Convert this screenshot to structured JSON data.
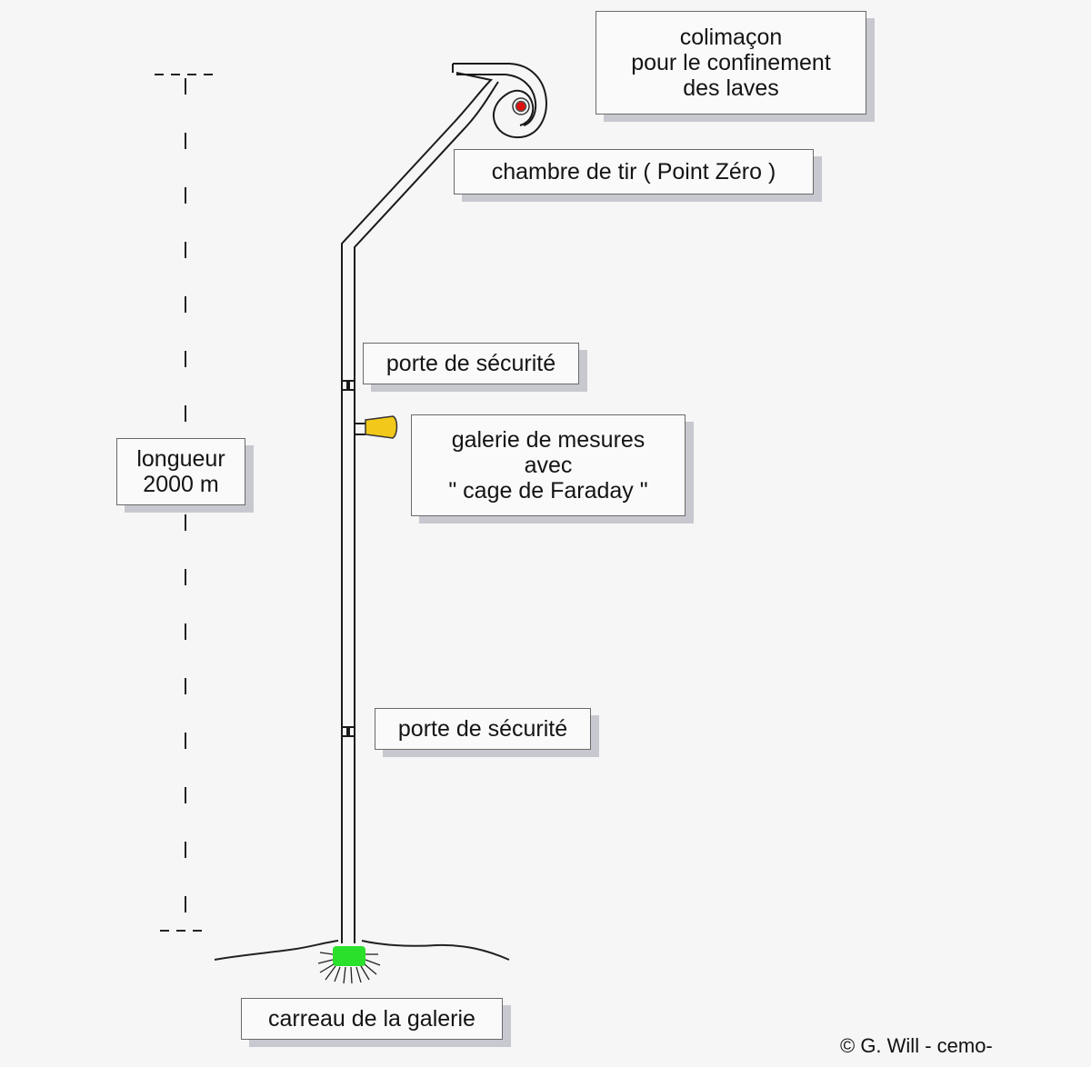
{
  "labels": {
    "spiral": [
      "colimaçon",
      "pour le confinement",
      "des laves"
    ],
    "firing_chamber": "chambre de tir  ( Point Zéro )",
    "security_door_upper": "porte de sécurité",
    "measurement_gallery": [
      "galerie de mesures",
      "avec",
      "\" cage de Faraday \""
    ],
    "length": [
      "longueur",
      "2000 m"
    ],
    "security_door_lower": "porte de sécurité",
    "entrance": "carreau de la galerie"
  },
  "credit": "©  G.  Will  - cemo-",
  "colors": {
    "firing_point": "#e01010",
    "measurement_gallery": "#f2c81a",
    "entrance_portal": "#2be02b",
    "tunnel_line": "#1a1a1a"
  }
}
